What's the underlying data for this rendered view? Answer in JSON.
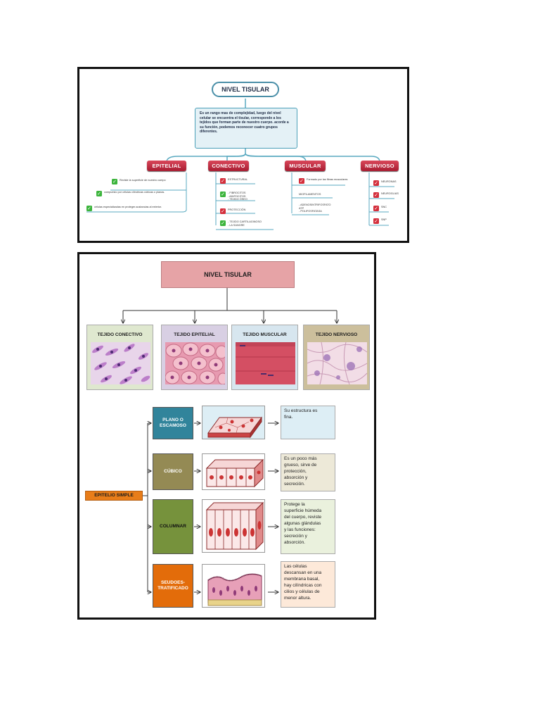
{
  "mindmap": {
    "title": "NIVEL TISULAR",
    "description": "Es un rango mas de complejidad, luego del nivel celular se encuentra el tisular, corresponde a los tejidos que forman parte de nuestro cuerpo. acorde a su función, podemos reconocer cuatro grupos diferentes.",
    "categories": [
      {
        "label": "EPITELIAL",
        "items": [
          "Reviste la superficie de nuestro cuerpo",
          "compuesto por células cilíndricas cúbicas o planas.",
          "células especializadas en proteger-sustancias al exterior."
        ]
      },
      {
        "label": "CONECTIVO",
        "items": [
          "ESTRUCTURAL",
          "- FIBROCITOS\n- ADIPOCITOS\n- TEJIDO ÓSEO",
          "PROTECCIÓN",
          "- TEJIDO CARTILAGINOSO\n- LA SANGRE"
        ]
      },
      {
        "label": "MUSCULAR",
        "items": [
          "Formado por las fibras musculares",
          "MIOFILAMENTOS",
          "- ADENOSINTRIFOSFATO\nATP\n- POLIFOSFATASA"
        ]
      },
      {
        "label": "NERVIOSO",
        "items": [
          "NEURONAS",
          "NEUROGLIAS",
          "SNC",
          "SNP"
        ]
      }
    ]
  },
  "tissues": {
    "title": "NIVEL TISULAR",
    "types": [
      {
        "label": "TEJIDO CONECTIVO",
        "bg": "#dfe8cf"
      },
      {
        "label": "TEJIDO EPITELIAL",
        "bg": "#d8cfe3"
      },
      {
        "label": "TEJIDO MUSCULAR",
        "bg": "#d7e6ef"
      },
      {
        "label": "TEJIDO NERVIOSO",
        "bg": "#ccbf9c"
      }
    ],
    "epitelio_label": "EPITELIO SIMPLE",
    "classes": [
      {
        "label": "PLANO O\nESCAMOSO",
        "color": "#31849b",
        "desc": "Su estructura es\nfina.",
        "desc_bg": "#ddeef5"
      },
      {
        "label": "CÚBICO",
        "color": "#948a54",
        "desc": "Es un poco más\ngrueso, sirve de\nprotección,\nabsorción y\nsecreción.",
        "desc_bg": "#ede9d8"
      },
      {
        "label": "COLUMNAR",
        "color": "#76923c",
        "desc": "Protege la\nsuperficie húmeda\ndel cuerpo, reviste\nalgunas glándulas\ny las funciones:\nsecreción y\nabsorción.",
        "desc_bg": "#eaf1dd"
      },
      {
        "label": "SEUDOES-\nTRATIFICADO",
        "color": "#e36c0a",
        "desc": "Las células\ndescansan en una\nmembrana basal,\nhay cilíndricas con\ncilios y células de\nmenor altura.",
        "desc_bg": "#fde9d9"
      }
    ]
  }
}
